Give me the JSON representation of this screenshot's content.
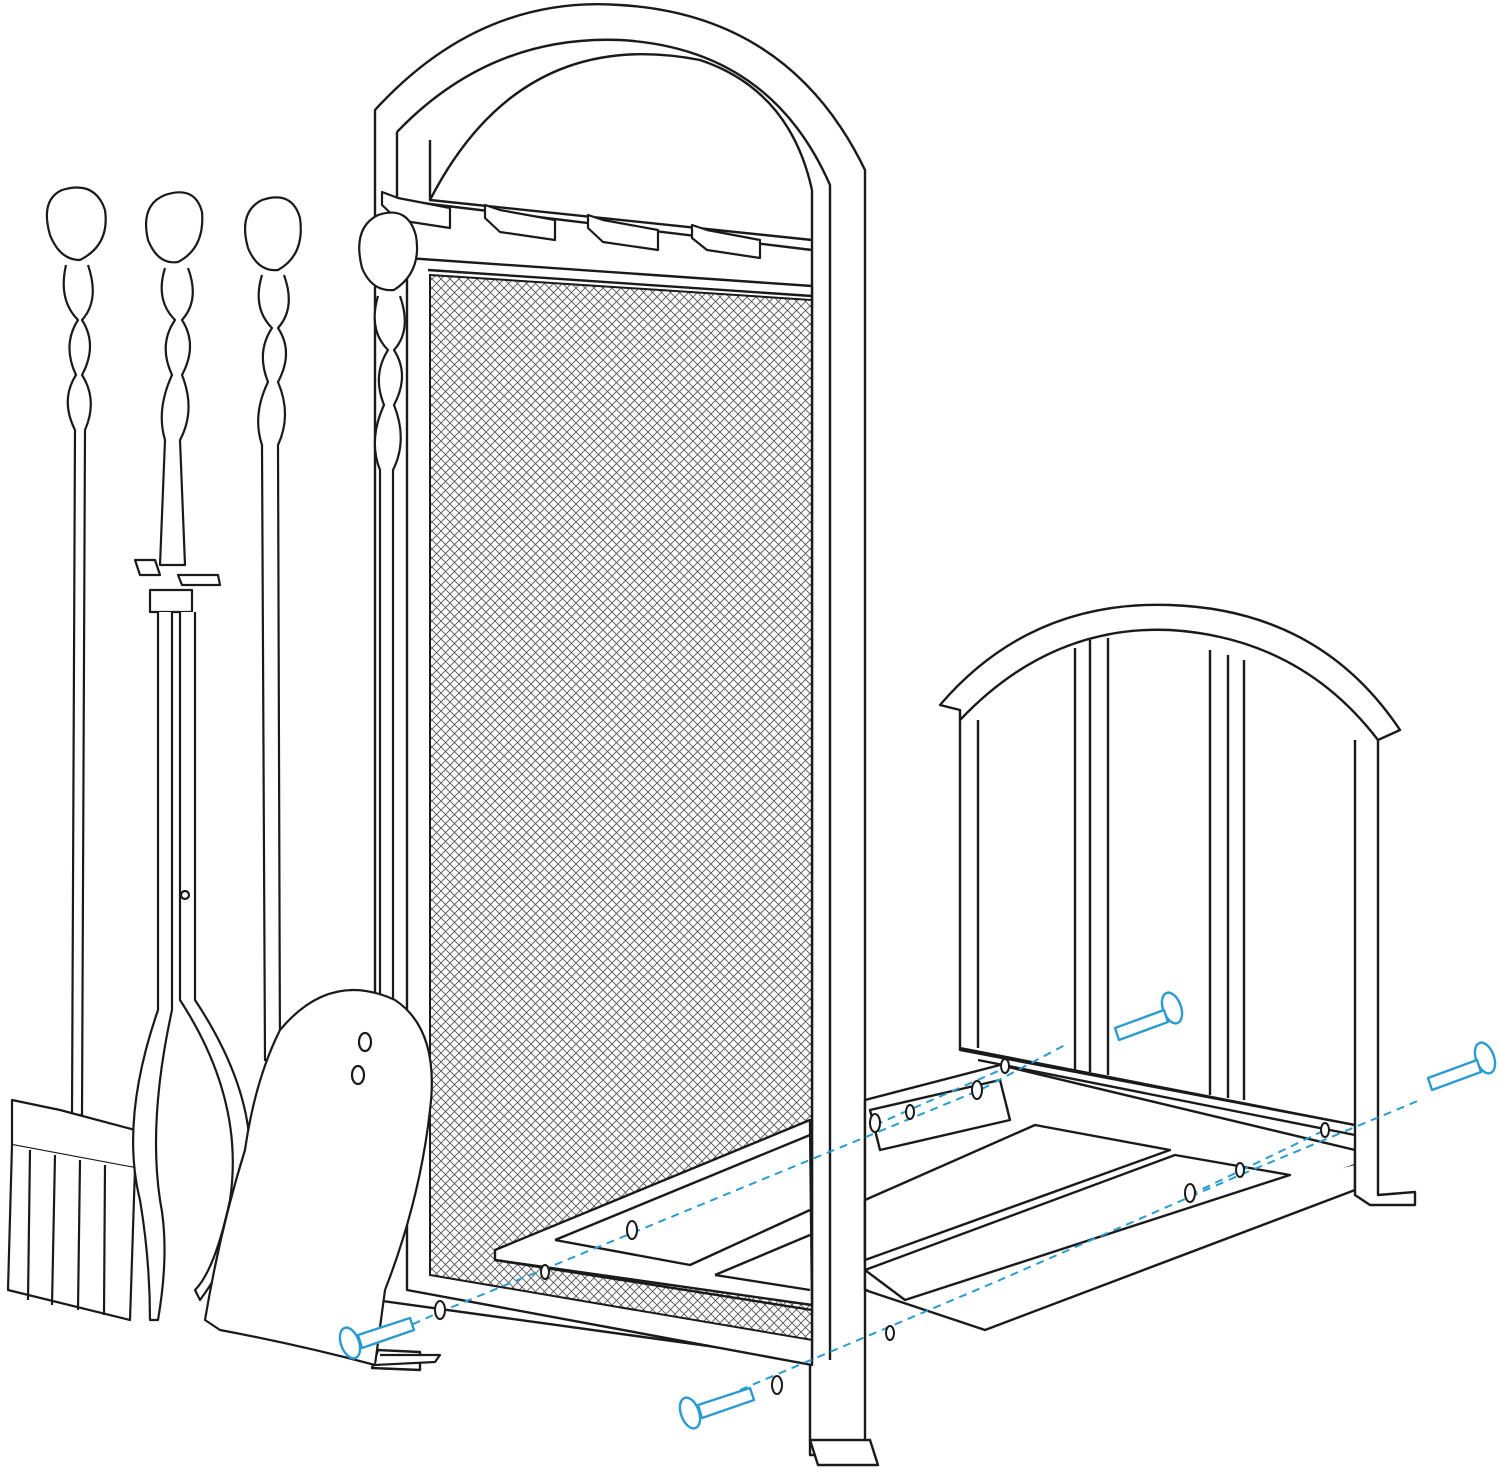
{
  "diagram": {
    "kind": "exploded assembly drawing",
    "colors": {
      "line": "#1a1a1a",
      "screw": "#2b9bd0",
      "background": "#ffffff",
      "mesh": "#6b6b6b"
    },
    "parts": [
      {
        "name": "brush"
      },
      {
        "name": "tongs"
      },
      {
        "name": "poker"
      },
      {
        "name": "shovel"
      },
      {
        "name": "tool-rack-panel"
      },
      {
        "name": "mesh-screen"
      },
      {
        "name": "log-holder-base"
      },
      {
        "name": "back-arch-frame"
      }
    ],
    "screws": [
      {
        "name": "screw-front-left"
      },
      {
        "name": "screw-front-bottom"
      },
      {
        "name": "screw-back-left"
      },
      {
        "name": "screw-back-right"
      }
    ]
  }
}
